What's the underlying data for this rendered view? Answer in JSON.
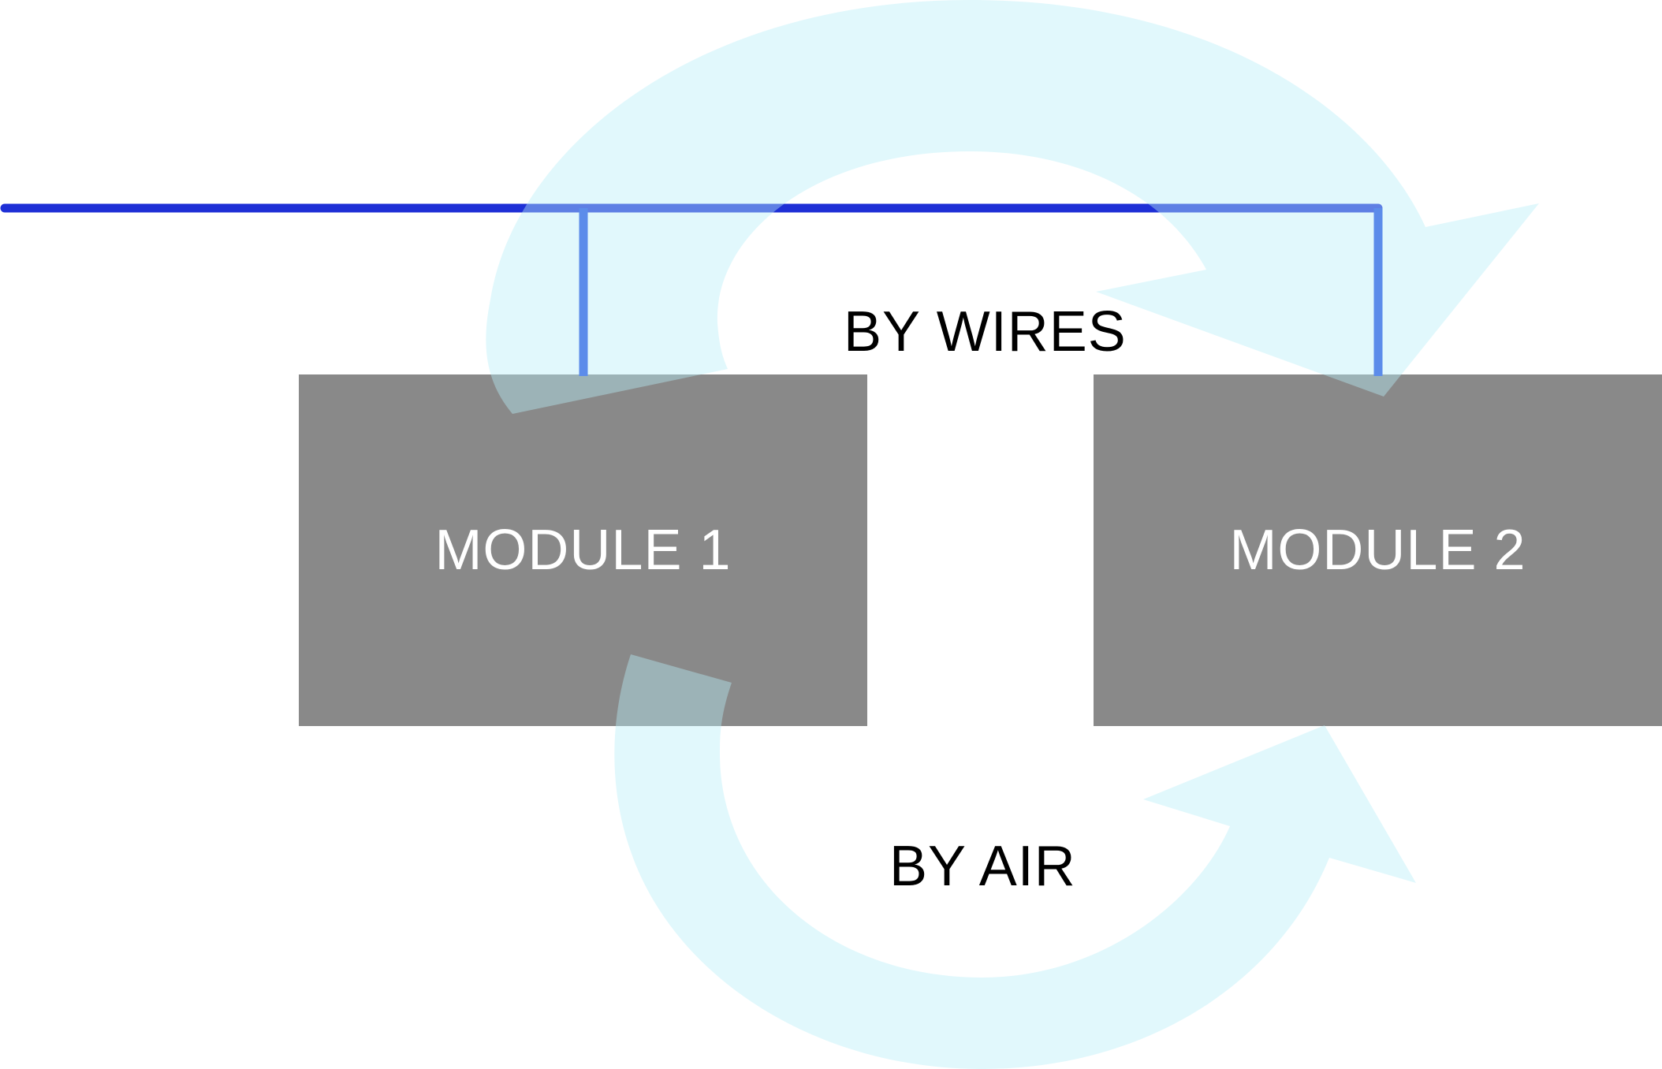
{
  "diagram": {
    "module_1": "MODULE 1",
    "module_2": "MODULE 2",
    "by_wires": "BY WIRES",
    "by_air": "BY AIR"
  },
  "colors": {
    "module_fill": "#898989",
    "module_text": "#ffffff",
    "wire": "#1e2fd6",
    "wire_drop": "#1a45e0",
    "arrow": "#b8eef8",
    "label_text": "#000000"
  }
}
